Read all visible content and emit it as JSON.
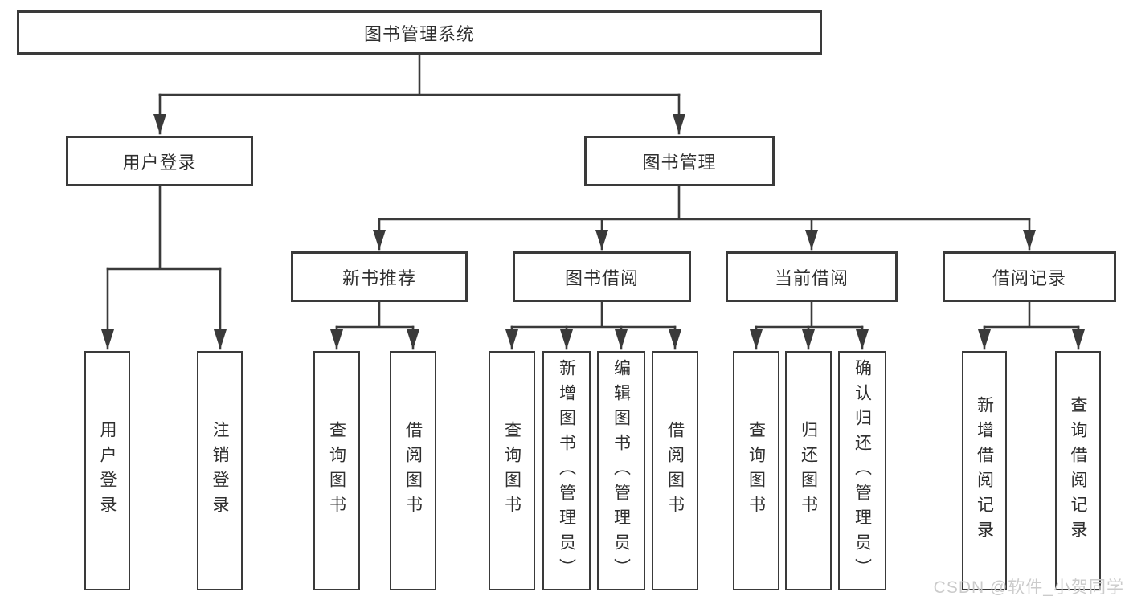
{
  "tree": {
    "root": {
      "label": "图书管理系统"
    },
    "branches": [
      {
        "label": "用户登录",
        "leaves": [
          {
            "label": "用户登录"
          },
          {
            "label": "注销登录"
          }
        ]
      },
      {
        "label": "图书管理",
        "groups": [
          {
            "label": "新书推荐",
            "leaves": [
              {
                "label": "查询图书"
              },
              {
                "label": "借阅图书"
              }
            ]
          },
          {
            "label": "图书借阅",
            "leaves": [
              {
                "label": "查询图书"
              },
              {
                "label": "新增图书（管理员）"
              },
              {
                "label": "编辑图书（管理员）"
              },
              {
                "label": "借阅图书"
              }
            ]
          },
          {
            "label": "当前借阅",
            "leaves": [
              {
                "label": "查询图书"
              },
              {
                "label": "归还图书"
              },
              {
                "label": "确认归还（管理员）"
              }
            ]
          },
          {
            "label": "借阅记录",
            "leaves": [
              {
                "label": "新增借阅记录"
              },
              {
                "label": "查询借阅记录"
              }
            ]
          }
        ]
      }
    ]
  },
  "watermark": "CSDN @软件_小贺同学",
  "colors": {
    "line": "#3a3a3a",
    "text": "#2f2f2f",
    "watermark": "#cbcbcb",
    "background": "#ffffff"
  }
}
